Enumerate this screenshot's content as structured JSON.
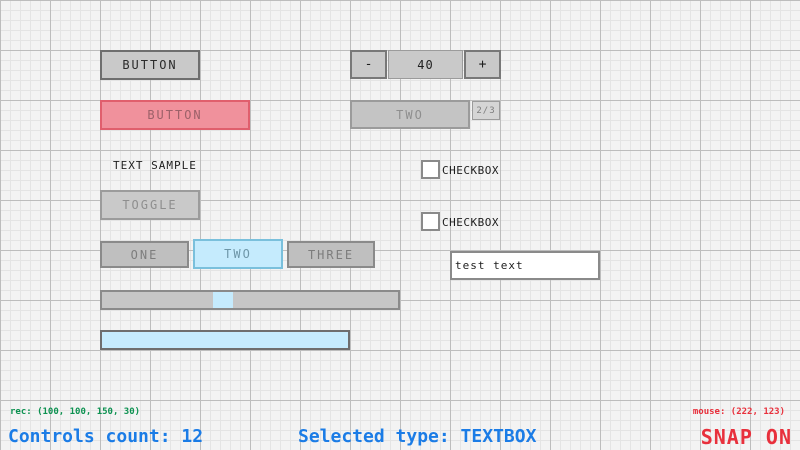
{
  "canvas": {
    "bg": "#f3f3f3",
    "grid_minor_color": "#e4e4e4",
    "grid_major_color": "#bdbdbd"
  },
  "controls": {
    "button_normal": {
      "label": "BUTTON",
      "bg": "#c9c9c9",
      "border": "#6e6e6e"
    },
    "button_highlight": {
      "label": "BUTTON",
      "bg": "#f0919c",
      "border": "#e05f6d"
    },
    "text_sample": {
      "text": "TEXT SAMPLE"
    },
    "toggle": {
      "label": "TOGGLE"
    },
    "tabs": {
      "items": [
        "ONE",
        "TWO",
        "THREE"
      ],
      "selected": "TWO",
      "selected_bg": "#c5ebfd",
      "selected_border": "#7ac0dc"
    },
    "slider": {
      "handle_color": "#c5ebfd"
    },
    "progress": {
      "fill_color": "#c5ebfd"
    },
    "spinner": {
      "minus_label": "-",
      "value": "40",
      "plus_label": "+"
    },
    "dropdown": {
      "value": "TWO",
      "page_indicator": "2/3"
    },
    "checkboxes": [
      {
        "label": "CHECKBOX",
        "checked": false
      },
      {
        "label": "CHECKBOX",
        "checked": false
      }
    ],
    "textbox": {
      "value": "test text"
    }
  },
  "status_bar": {
    "rec": "rec: (100, 100, 150, 30)",
    "controls_count": "Controls count: 12",
    "selected_type": "Selected type: TEXTBOX",
    "mouse": "mouse: (222, 123)",
    "snap": "SNAP ON",
    "color_info_green": "#0c9150",
    "color_primary_blue": "#1b7ce6",
    "color_alert_red": "#e8303c"
  }
}
